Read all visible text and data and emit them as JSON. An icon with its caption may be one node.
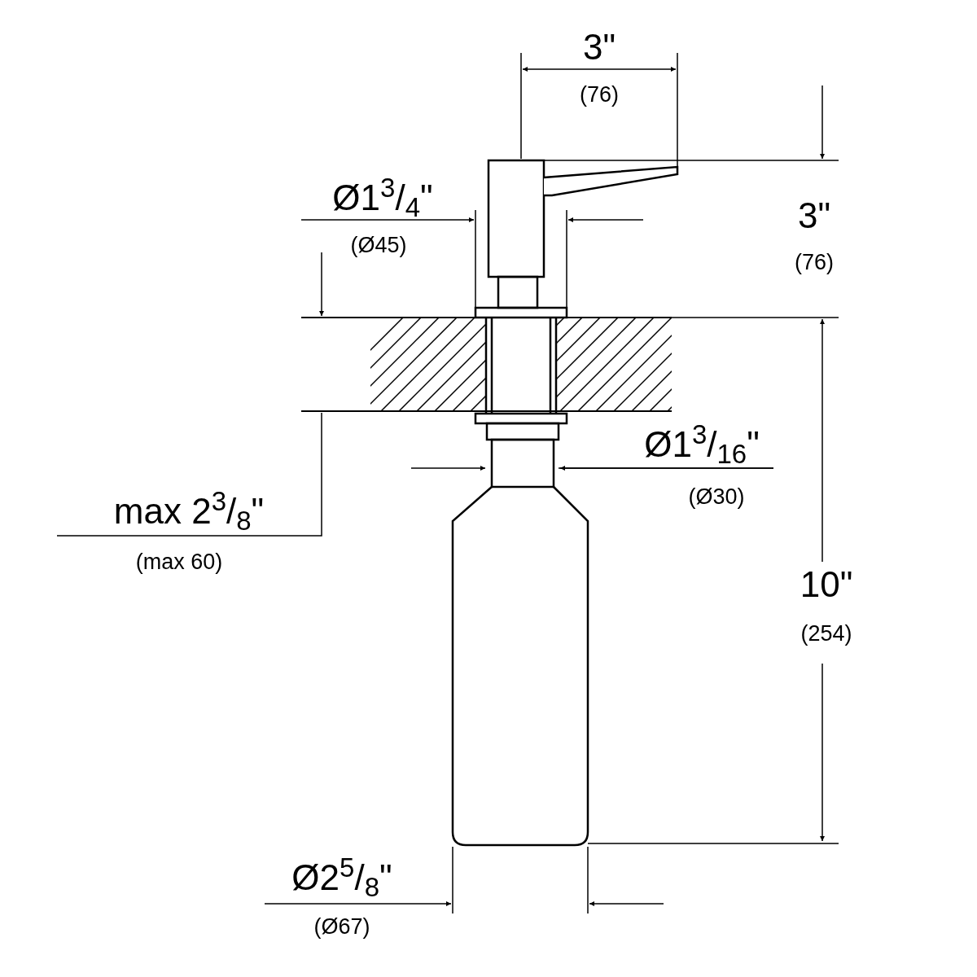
{
  "diagram": {
    "labels": [
      "3\"",
      "(76)",
      "Ø1$^{3}$/$_{4}$\"",
      "(Ø45)",
      "3\"",
      "(76)",
      "Ø1$^{3}$/$_{16}$\"",
      "(Ø30)",
      "max 2$^{3}$/$_{8}$\"",
      "(max 60)",
      "10\"",
      "(254)",
      "Ø2$^{5}$/$_{8}$\"",
      "(Ø67)"
    ]
  }
}
